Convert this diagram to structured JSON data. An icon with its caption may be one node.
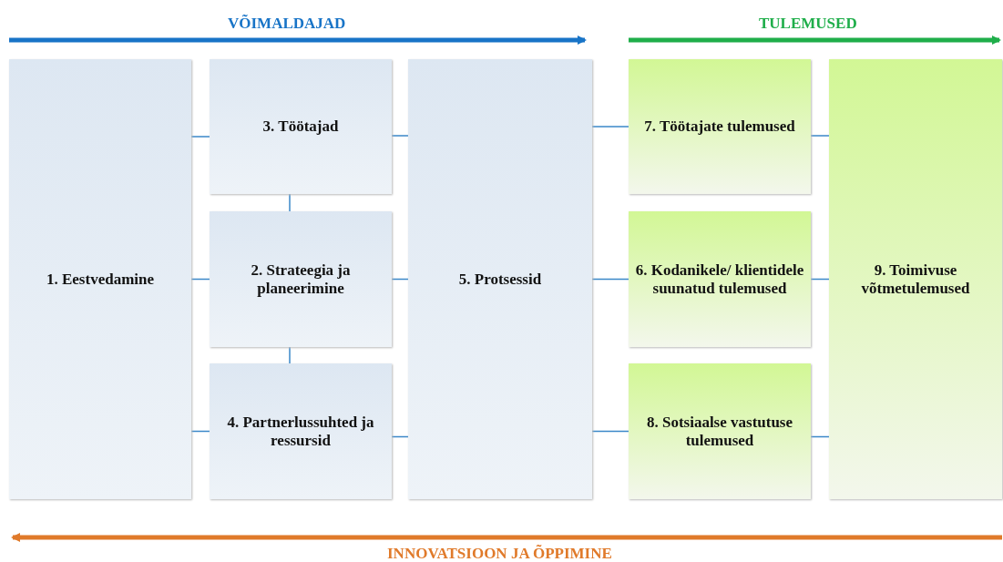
{
  "diagram": {
    "nodes": [
      {
        "text": [
          "1. Eestvedamine"
        ]
      },
      {
        "text": [
          "3. Töötajad"
        ]
      },
      {
        "text": [
          "2. Strateegia ja planeerimine"
        ]
      },
      {
        "text": [
          "4. Partnerlussuhted ja ressursid"
        ]
      },
      {
        "text": [
          "5. Protsessid"
        ]
      },
      {
        "text": [
          "7. Töötajate tulemused"
        ]
      },
      {
        "text": [
          "6. Kodanikele/ klientidele suunatud tulemused"
        ]
      },
      {
        "text": [
          "8. Sotsiaalse vastutuse tulemused"
        ]
      },
      {
        "text": [
          "9. Toimivuse võtmetulemused"
        ]
      }
    ],
    "edges": [
      {
        "from": 0,
        "to": 1,
        "arrow": "none"
      },
      {
        "from": 0,
        "to": 2,
        "arrow": "none"
      },
      {
        "from": 0,
        "to": 3,
        "arrow": "none"
      },
      {
        "from": 1,
        "to": 2,
        "arrow": "none"
      },
      {
        "from": 2,
        "to": 3,
        "arrow": "none"
      },
      {
        "from": 1,
        "to": 4,
        "arrow": "none"
      },
      {
        "from": 2,
        "to": 4,
        "arrow": "none"
      },
      {
        "from": 3,
        "to": 4,
        "arrow": "none"
      },
      {
        "from": 4,
        "to": 5,
        "arrow": "none"
      },
      {
        "from": 4,
        "to": 6,
        "arrow": "none"
      },
      {
        "from": 4,
        "to": 7,
        "arrow": "none"
      },
      {
        "from": 5,
        "to": 8,
        "arrow": "none"
      },
      {
        "from": 6,
        "to": 8,
        "arrow": "none"
      },
      {
        "from": 7,
        "to": 8,
        "arrow": "none"
      }
    ],
    "labels": [
      "VÕIMALDAJAD",
      "TULEMUSED",
      "INNOVATSIOON JA ÕPPIMINE"
    ]
  }
}
